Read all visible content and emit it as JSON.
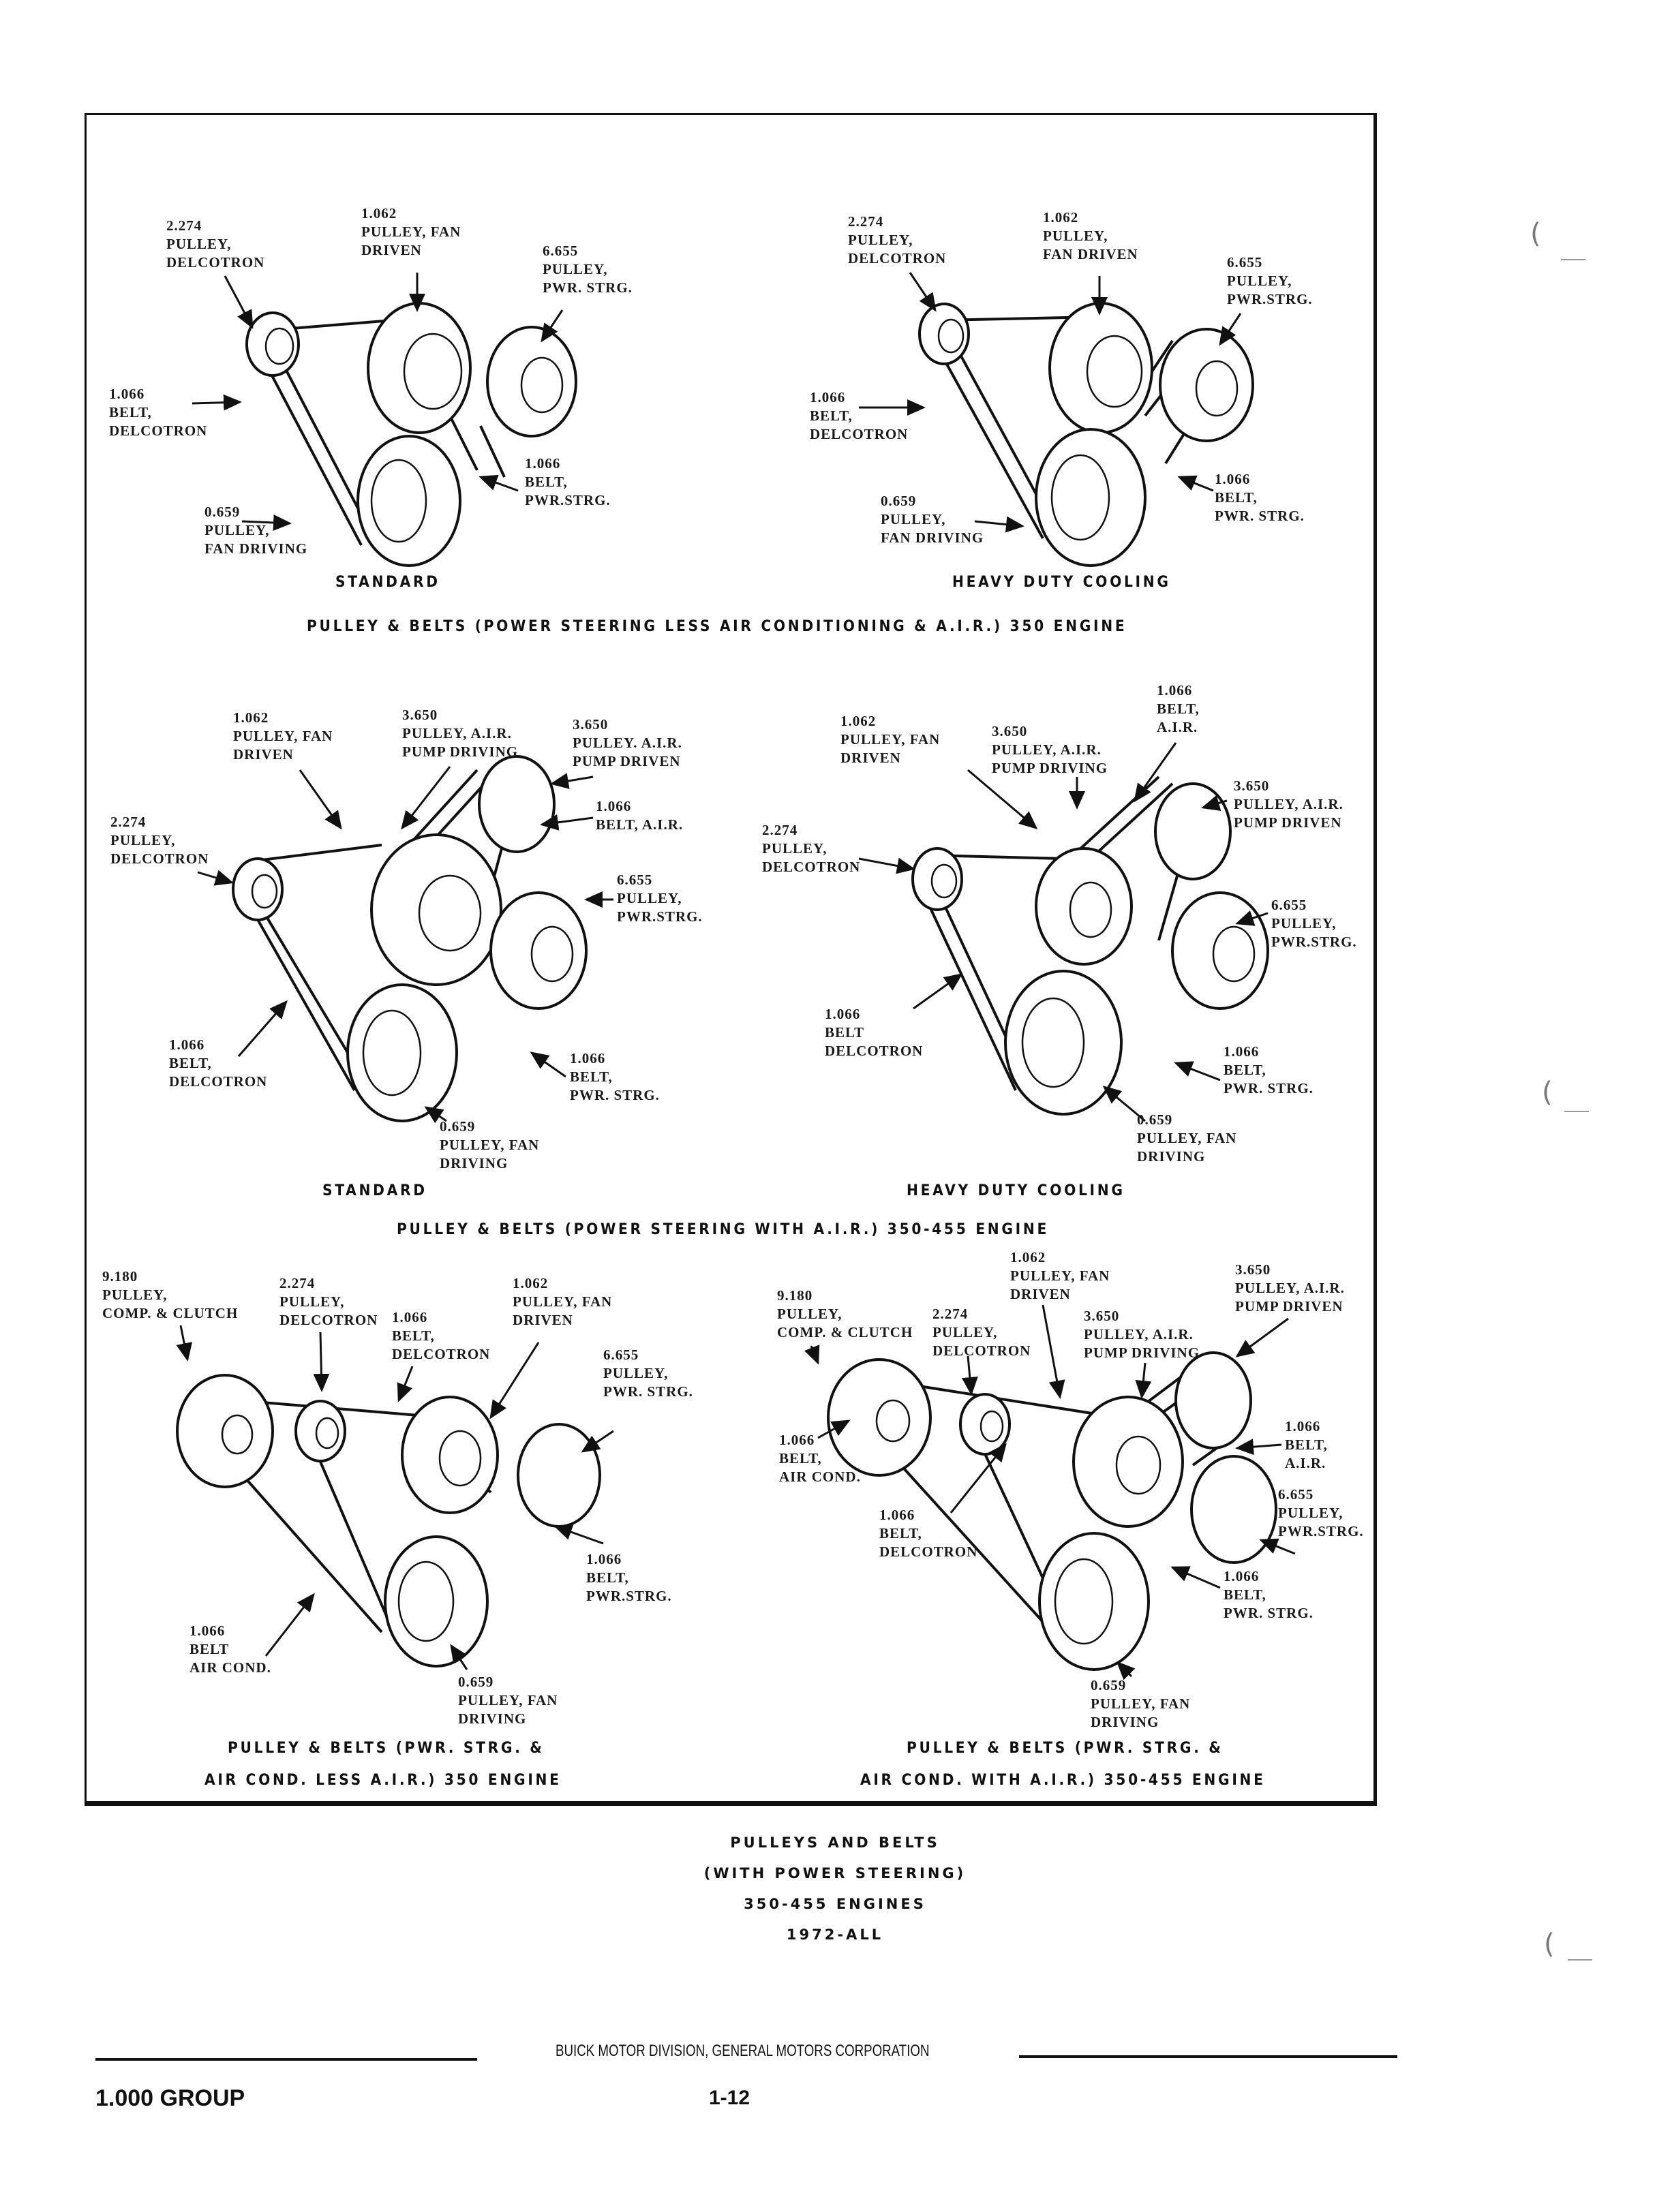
{
  "page": {
    "figure_title": [
      "PULLEYS AND BELTS",
      "(WITH POWER STEERING)",
      "350-455 ENGINES",
      "1972-ALL"
    ],
    "footer_publisher": "BUICK MOTOR DIVISION, GENERAL MOTORS CORPORATION",
    "footer_group": "1.000 GROUP",
    "footer_page": "1-12"
  },
  "sections": [
    {
      "header": "PULLEY & BELTS (POWER STEERING LESS AIR CONDITIONING & A.I.R.) 350 ENGINE",
      "diagrams": [
        {
          "caption": "STANDARD",
          "labels": [
            {
              "number": "2.274",
              "lines": [
                "PULLEY,",
                "DELCOTRON"
              ]
            },
            {
              "number": "1.062",
              "lines": [
                "PULLEY, FAN",
                "DRIVEN"
              ]
            },
            {
              "number": "6.655",
              "lines": [
                "PULLEY,",
                "PWR. STRG."
              ]
            },
            {
              "number": "1.066",
              "lines": [
                "BELT,",
                "DELCOTRON"
              ]
            },
            {
              "number": "1.066",
              "lines": [
                "BELT,",
                "PWR.STRG."
              ]
            },
            {
              "number": "0.659",
              "lines": [
                "PULLEY,",
                "FAN DRIVING"
              ]
            }
          ]
        },
        {
          "caption": "HEAVY DUTY COOLING",
          "labels": [
            {
              "number": "2.274",
              "lines": [
                "PULLEY,",
                "DELCOTRON"
              ]
            },
            {
              "number": "1.062",
              "lines": [
                "PULLEY,",
                "FAN DRIVEN"
              ]
            },
            {
              "number": "6.655",
              "lines": [
                "PULLEY,",
                "PWR.STRG."
              ]
            },
            {
              "number": "1.066",
              "lines": [
                "BELT,",
                "DELCOTRON"
              ]
            },
            {
              "number": "1.066",
              "lines": [
                "BELT,",
                "PWR. STRG."
              ]
            },
            {
              "number": "0.659",
              "lines": [
                "PULLEY,",
                "FAN DRIVING"
              ]
            }
          ]
        }
      ]
    },
    {
      "header": "PULLEY & BELTS (POWER STEERING WITH A.I.R.) 350-455 ENGINE",
      "diagrams": [
        {
          "caption": "STANDARD",
          "labels": [
            {
              "number": "1.062",
              "lines": [
                "PULLEY, FAN",
                "DRIVEN"
              ]
            },
            {
              "number": "3.650",
              "lines": [
                "PULLEY, A.I.R.",
                "PUMP DRIVING"
              ]
            },
            {
              "number": "3.650",
              "lines": [
                "PULLEY. A.I.R.",
                "PUMP DRIVEN"
              ]
            },
            {
              "number": "2.274",
              "lines": [
                "PULLEY,",
                "DELCOTRON"
              ]
            },
            {
              "number": "1.066",
              "lines": [
                "BELT, A.I.R."
              ]
            },
            {
              "number": "6.655",
              "lines": [
                "PULLEY,",
                "PWR.STRG."
              ]
            },
            {
              "number": "1.066",
              "lines": [
                "BELT,",
                "DELCOTRON"
              ]
            },
            {
              "number": "1.066",
              "lines": [
                "BELT,",
                "PWR. STRG."
              ]
            },
            {
              "number": "0.659",
              "lines": [
                "PULLEY, FAN",
                "DRIVING"
              ]
            }
          ]
        },
        {
          "caption": "HEAVY DUTY COOLING",
          "labels": [
            {
              "number": "1.066",
              "lines": [
                "BELT,",
                "A.I.R."
              ]
            },
            {
              "number": "1.062",
              "lines": [
                "PULLEY, FAN",
                "DRIVEN"
              ]
            },
            {
              "number": "3.650",
              "lines": [
                "PULLEY, A.I.R.",
                "PUMP DRIVING"
              ]
            },
            {
              "number": "3.650",
              "lines": [
                "PULLEY, A.I.R.",
                "PUMP DRIVEN"
              ]
            },
            {
              "number": "2.274",
              "lines": [
                "PULLEY,",
                "DELCOTRON"
              ]
            },
            {
              "number": "6.655",
              "lines": [
                "PULLEY,",
                "PWR.STRG."
              ]
            },
            {
              "number": "1.066",
              "lines": [
                "BELT",
                "DELCOTRON"
              ]
            },
            {
              "number": "1.066",
              "lines": [
                "BELT,",
                "PWR. STRG."
              ]
            },
            {
              "number": "0.659",
              "lines": [
                "PULLEY, FAN",
                "DRIVING"
              ]
            }
          ]
        }
      ]
    },
    {
      "header": "",
      "diagrams": [
        {
          "caption": [
            "PULLEY & BELTS (PWR. STRG. &",
            "AIR COND. LESS A.I.R.) 350 ENGINE"
          ],
          "labels": [
            {
              "number": "9.180",
              "lines": [
                "PULLEY,",
                "COMP. & CLUTCH"
              ]
            },
            {
              "number": "2.274",
              "lines": [
                "PULLEY,",
                "DELCOTRON"
              ]
            },
            {
              "number": "1.066",
              "lines": [
                "BELT,",
                "DELCOTRON"
              ]
            },
            {
              "number": "1.062",
              "lines": [
                "PULLEY, FAN",
                "DRIVEN"
              ]
            },
            {
              "number": "6.655",
              "lines": [
                "PULLEY,",
                "PWR. STRG."
              ]
            },
            {
              "number": "1.066",
              "lines": [
                "BELT,",
                "PWR.STRG."
              ]
            },
            {
              "number": "1.066",
              "lines": [
                "BELT",
                "AIR COND."
              ]
            },
            {
              "number": "0.659",
              "lines": [
                "PULLEY, FAN",
                "DRIVING"
              ]
            }
          ]
        },
        {
          "caption": [
            "PULLEY & BELTS (PWR. STRG. &",
            "AIR COND. WITH A.I.R.) 350-455 ENGINE"
          ],
          "labels": [
            {
              "number": "1.062",
              "lines": [
                "PULLEY, FAN",
                "DRIVEN"
              ]
            },
            {
              "number": "3.650",
              "lines": [
                "PULLEY, A.I.R.",
                "PUMP DRIVEN"
              ]
            },
            {
              "number": "9.180",
              "lines": [
                "PULLEY,",
                "COMP. & CLUTCH"
              ]
            },
            {
              "number": "2.274",
              "lines": [
                "PULLEY,",
                "DELCOTRON"
              ]
            },
            {
              "number": "3.650",
              "lines": [
                "PULLEY, A.I.R.",
                "PUMP DRIVING"
              ]
            },
            {
              "number": "1.066",
              "lines": [
                "BELT,",
                "A.I.R."
              ]
            },
            {
              "number": "1.066",
              "lines": [
                "BELT,",
                "AIR COND."
              ]
            },
            {
              "number": "6.655",
              "lines": [
                "PULLEY,",
                "PWR.STRG."
              ]
            },
            {
              "number": "1.066",
              "lines": [
                "BELT,",
                "DELCOTRON"
              ]
            },
            {
              "number": "1.066",
              "lines": [
                "BELT,",
                "PWR. STRG."
              ]
            },
            {
              "number": "0.659",
              "lines": [
                "PULLEY, FAN",
                "DRIVING"
              ]
            }
          ]
        }
      ]
    }
  ]
}
